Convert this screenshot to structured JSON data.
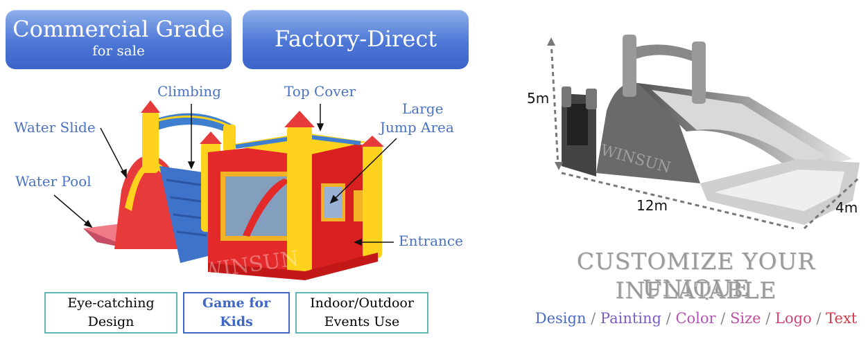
{
  "banners": {
    "commercial_title": "Commercial Grade",
    "commercial_sub": "for sale",
    "factory": "Factory-Direct"
  },
  "callouts": {
    "climbing": "Climbing",
    "top_cover": "Top Cover",
    "large": "Large",
    "jump_area": "Jump Area",
    "water_slide": "Water Slide",
    "water_pool": "Water Pool",
    "entrance": "Entrance"
  },
  "features": {
    "eye_line1": "Eye-catching",
    "eye_line2": "Design",
    "game_line1": "Game for",
    "game_line2": "Kids",
    "indoor_line1": "Indoor/Outdoor",
    "indoor_line2": "Events Use"
  },
  "watermark": "WINSUN",
  "dimensions": {
    "height": "5m",
    "length": "12m",
    "width": "4m"
  },
  "headline": {
    "line1": "CUSTOMIZE YOUR UNIQUE",
    "line2": "INFLATABLE"
  },
  "customize": {
    "design": "Design",
    "painting": "Painting",
    "color": "Color",
    "size": "Size",
    "logo": "Logo",
    "text": "Text",
    "sep": " / "
  },
  "colors": {
    "design": "#4a6bc4",
    "painting": "#7a5cc4",
    "color": "#b452b5",
    "size": "#c04ea0",
    "logo": "#cc4477",
    "text": "#d23a4a"
  }
}
